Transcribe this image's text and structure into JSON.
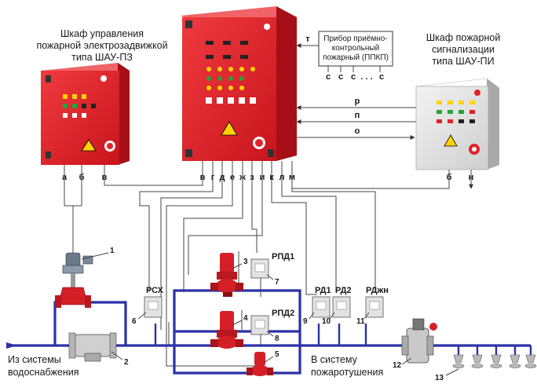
{
  "cabinets": {
    "left_title": [
      "Шкаф управления",
      "пожарной электрозадвижкой",
      "типа ШАУ-ПЗ"
    ],
    "right_title": [
      "Шкаф пожарной",
      "сигнализации",
      "типа ШАУ-ПИ"
    ],
    "ppkp_label": [
      "Прибор приёмно-",
      "контрольный",
      "пожарный (ППКП)"
    ],
    "ppkp_inputs": [
      "с",
      "с",
      "с",
      ". . .",
      "с"
    ]
  },
  "signals": {
    "t": "т",
    "r": "р",
    "p": "п",
    "o": "о",
    "left_bottom": [
      "а",
      "б",
      "в"
    ],
    "main_bottom": [
      "в",
      "г",
      "д",
      "е",
      "ж",
      "з",
      "и",
      "к",
      "л",
      "м"
    ],
    "right_bottom": [
      "б",
      "н"
    ]
  },
  "devices": {
    "rsh": "РСХ",
    "rpd1": "РПД1",
    "rpd2": "РПД2",
    "rd1": "РД1",
    "rd2": "РД2",
    "rdzh": "РДжн"
  },
  "numbers": [
    "1",
    "2",
    "3",
    "4",
    "5",
    "6",
    "7",
    "8",
    "9",
    "10",
    "11",
    "12",
    "13"
  ],
  "captions": {
    "inlet": [
      "Из системы",
      "водоснабжения"
    ],
    "outlet": [
      "В систему",
      "пожаротушения"
    ]
  },
  "colors": {
    "cabinet_red": "#e0232b",
    "cabinet_grey": "#e4e4e4",
    "pipe_blue": "#2b31a8",
    "pump_red": "#d41f26"
  }
}
